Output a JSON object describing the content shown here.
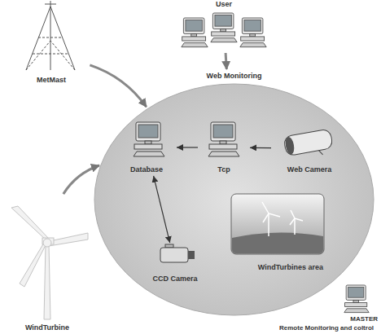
{
  "diagram": {
    "nodes": [
      {
        "text": [
          "MetMast"
        ]
      },
      {
        "text": [
          "User"
        ]
      },
      {
        "text": [
          "Web Monitoring"
        ]
      },
      {
        "text": [
          "Database"
        ],
        "in": 2
      },
      {
        "text": [
          "Tcp"
        ],
        "in": 2
      },
      {
        "text": [
          "Web Camera"
        ],
        "in": 2
      },
      {
        "text": [
          "CCD Camera"
        ],
        "in": 2
      },
      {
        "text": [
          "WindTurbines area"
        ],
        "in": 2
      },
      {
        "text": [
          "WindTurbine"
        ]
      },
      {
        "text": [
          "MASTER",
          "Remote Monitoring and coltrol"
        ]
      }
    ],
    "edges": [
      {
        "from": 0,
        "to": 2,
        "arrow": "to"
      },
      {
        "from": 1,
        "to": 2,
        "arrow": "to"
      },
      {
        "from": 4,
        "to": 3,
        "arrow": "to"
      },
      {
        "from": 5,
        "to": 4,
        "arrow": "to"
      },
      {
        "from": 3,
        "to": 6,
        "arrow": "both"
      },
      {
        "from": 8,
        "to": 2,
        "arrow": "to"
      }
    ]
  }
}
